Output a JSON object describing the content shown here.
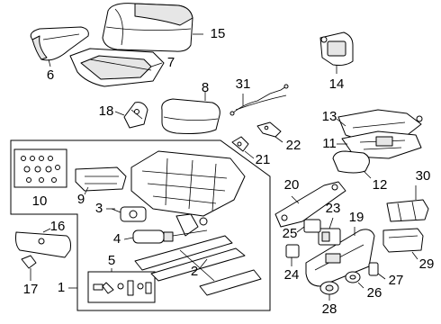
{
  "callouts": {
    "c1": "1",
    "c2": "2",
    "c3": "3",
    "c4": "4",
    "c5": "5",
    "c6": "6",
    "c7": "7",
    "c8": "8",
    "c9": "9",
    "c10": "10",
    "c11": "11",
    "c12": "12",
    "c13": "13",
    "c14": "14",
    "c15": "15",
    "c16": "16",
    "c17": "17",
    "c18": "18",
    "c19": "19",
    "c20": "20",
    "c21": "21",
    "c22": "22",
    "c23": "23",
    "c24": "24",
    "c25": "25",
    "c26": "26",
    "c27": "27",
    "c28": "28",
    "c29": "29",
    "c30": "30",
    "c31": "31"
  },
  "colors": {
    "ink": "#000000",
    "paper": "#ffffff",
    "fill": "#e6e6e6"
  }
}
